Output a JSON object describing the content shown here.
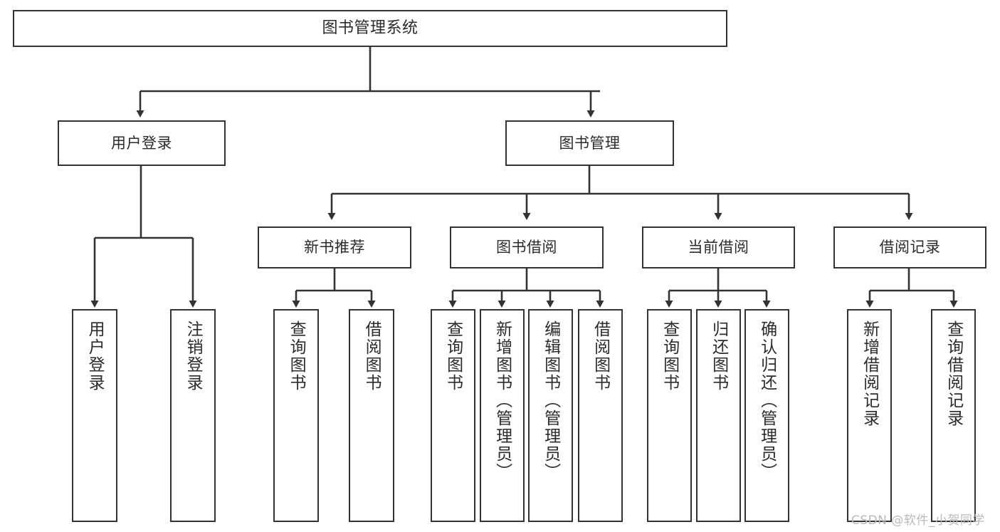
{
  "diagram": {
    "title": "图书管理系统",
    "type": "tree",
    "watermark": "CSDN @软件_小贺同学",
    "stroke_color": "#333333",
    "text_color": "#2b2b2b",
    "background": "#ffffff"
  },
  "nodes": {
    "root": {
      "label": "图书管理系统"
    },
    "level2": [
      {
        "id": "user-login",
        "label": "用户登录"
      },
      {
        "id": "book-manage",
        "label": "图书管理"
      }
    ],
    "level3": [
      {
        "id": "new-book-recommend",
        "label": "新书推荐"
      },
      {
        "id": "book-borrow",
        "label": "图书借阅"
      },
      {
        "id": "current-borrow",
        "label": "当前借阅"
      },
      {
        "id": "borrow-record",
        "label": "借阅记录"
      }
    ],
    "leaves": {
      "user-login": [
        {
          "id": "leaf-user-login",
          "label": "用户登录"
        },
        {
          "id": "leaf-logout-login",
          "label": "注销登录"
        }
      ],
      "new-book-recommend": [
        {
          "id": "leaf-query-book-1",
          "label": "查询图书"
        },
        {
          "id": "leaf-borrow-book-1",
          "label": "借阅图书"
        }
      ],
      "book-borrow": [
        {
          "id": "leaf-query-book-2",
          "label": "查询图书"
        },
        {
          "id": "leaf-add-book",
          "label": "新增图书（管理员）"
        },
        {
          "id": "leaf-edit-book",
          "label": "编辑图书（管理员）"
        },
        {
          "id": "leaf-borrow-book-2",
          "label": "借阅图书"
        }
      ],
      "current-borrow": [
        {
          "id": "leaf-query-book-3",
          "label": "查询图书"
        },
        {
          "id": "leaf-return-book",
          "label": "归还图书"
        },
        {
          "id": "leaf-confirm-return",
          "label": "确认归还（管理员）"
        }
      ],
      "borrow-record": [
        {
          "id": "leaf-add-record",
          "label": "新增借阅记录"
        },
        {
          "id": "leaf-query-record",
          "label": "查询借阅记录"
        }
      ]
    }
  }
}
